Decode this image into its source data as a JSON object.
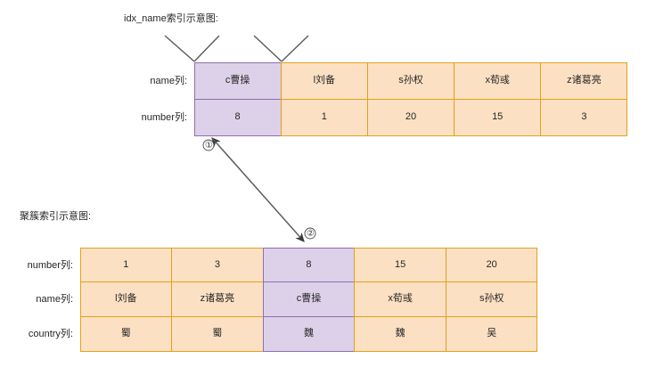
{
  "diagram": {
    "sections": [
      {
        "id": "idx",
        "title": "idx_name索引示意图:"
      },
      {
        "id": "clustered",
        "title": "聚簇索引示意图:"
      }
    ],
    "colors": {
      "cell_fill": "#FCE0C3",
      "cell_border": "#E0A21B",
      "highlight_fill": "#DDD1E9",
      "highlight_border": "#8E6FAF",
      "arrow": "#595959",
      "text": "#262626"
    }
  },
  "idx_table": {
    "row_labels": [
      "name列:",
      "number列:"
    ],
    "rows": [
      [
        "c曹操",
        "l刘备",
        "s孙权",
        "x荀彧",
        "z诸葛亮"
      ],
      [
        "8",
        "1",
        "20",
        "15",
        "3"
      ]
    ],
    "highlight_column": 0,
    "markers": [
      "caret-down-mark",
      "caret-down-mark"
    ]
  },
  "clustered_table": {
    "row_labels": [
      "number列:",
      "name列:",
      "country列:"
    ],
    "rows": [
      [
        "1",
        "3",
        "8",
        "15",
        "20"
      ],
      [
        "l刘备",
        "z诸葛亮",
        "c曹操",
        "x荀彧",
        "s孙权"
      ],
      [
        "蜀",
        "蜀",
        "魏",
        "魏",
        "吴"
      ]
    ],
    "highlight_column": 2
  },
  "connector": {
    "label_top": "①",
    "label_bottom": "②",
    "type": "double-headed-arrow"
  }
}
